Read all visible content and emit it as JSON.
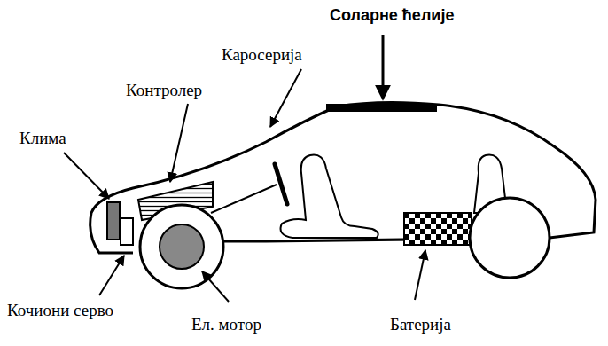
{
  "diagram": {
    "labels": [
      "Соларне ћелије",
      "Каросерија",
      "Контролер",
      "Клима",
      "Кочиони серво",
      "Ел. мотор",
      "Батерија"
    ]
  }
}
